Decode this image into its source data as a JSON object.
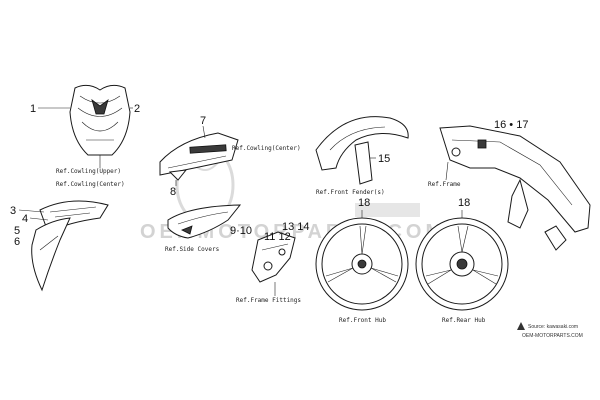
{
  "callouts": {
    "c1": "1",
    "c2": "2",
    "c3": "3",
    "c4": "4",
    "c5": "5",
    "c6": "6",
    "c7": "7",
    "c8": "8",
    "c9_10": "9·10",
    "c11_12": "11 12",
    "c13_14": "13 14",
    "c15": "15",
    "c16_17": "16 • 17",
    "c18a": "18",
    "c18b": "18"
  },
  "refs": {
    "cowling_upper": "Ref.Cowling(Upper)",
    "cowling_center_1": "Ref.Cowling(Center)",
    "cowling_center_2": "Ref.Cowling(Center)",
    "side_covers": "Ref.Side Covers",
    "frame_fittings": "Ref.Frame Fittings",
    "front_fender": "Ref.Front Fender(s)",
    "frame": "Ref.Frame",
    "front_hub": "Ref.Front Hub",
    "rear_hub": "Ref.Rear Hub"
  },
  "watermark": {
    "text": "OEMMOTORPARTS.COM"
  },
  "source": {
    "line1": "Source: kawasaki.com",
    "line2": "OEM-MOTORPARTS.COM"
  },
  "colors": {
    "ink": "#1a1a1a",
    "watermark": "#cfcfcf",
    "background": "#ffffff"
  }
}
